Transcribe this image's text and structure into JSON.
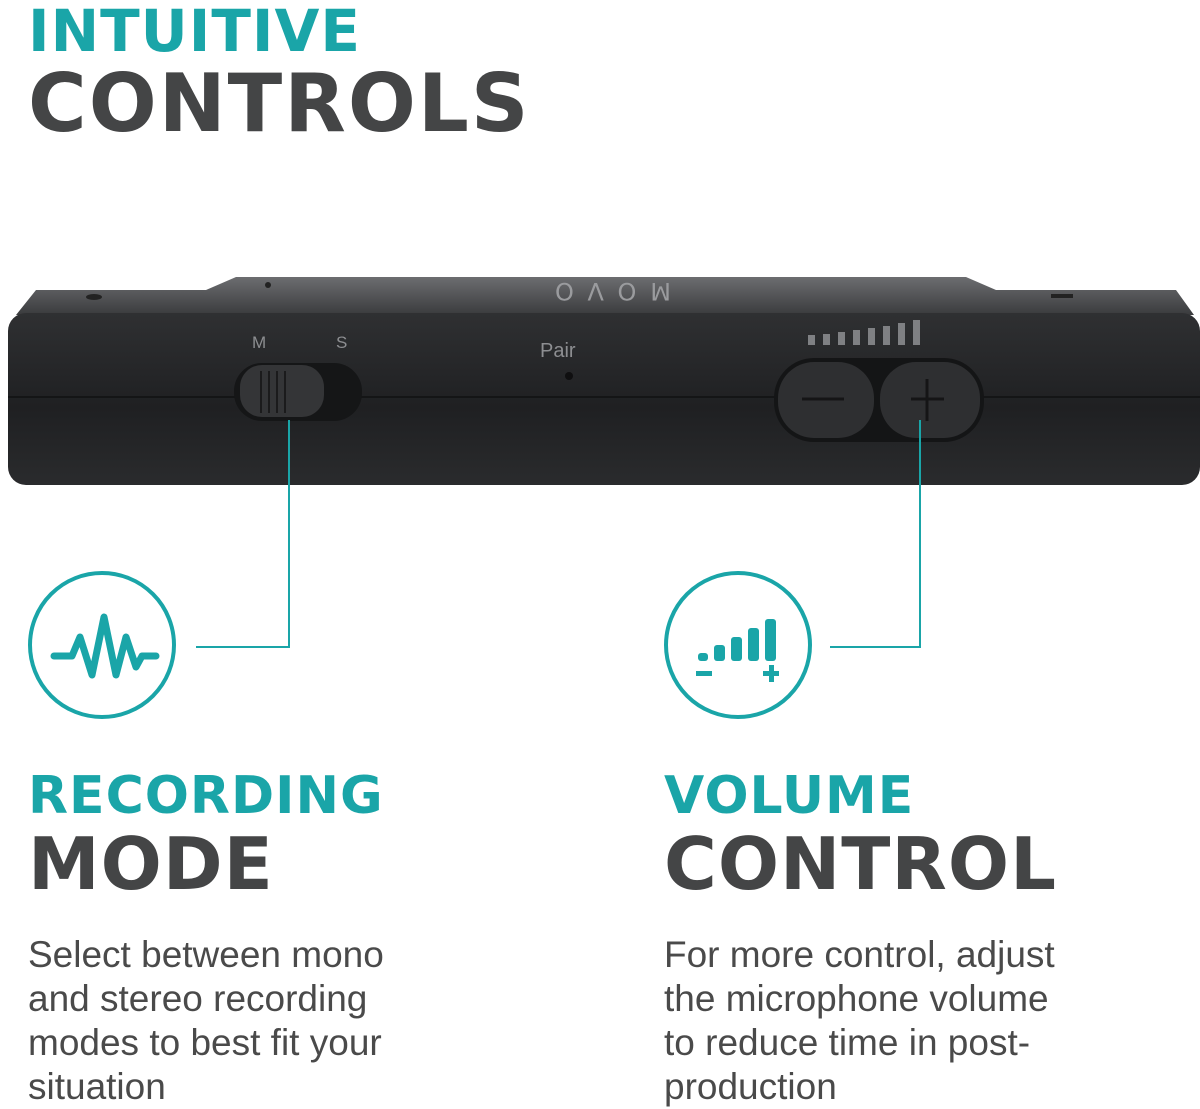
{
  "header": {
    "accent": "INTUITIVE",
    "main": "CONTROLS"
  },
  "device": {
    "brand": "MOVO",
    "switch_labels": {
      "mono": "M",
      "stereo": "S"
    },
    "pair_label": "Pair",
    "volume_minus": "−",
    "volume_plus": "+",
    "level_bars": 8
  },
  "sections": [
    {
      "accent": "RECORDING",
      "main": "MODE",
      "body": "Select between mono and stereo recording modes to best fit your situation",
      "icon": "waveform-icon"
    },
    {
      "accent": "VOLUME",
      "main": "CONTROL",
      "body": "For more control, adjust the microphone volume to reduce time in post-production",
      "icon": "volume-bars-icon"
    }
  ],
  "colors": {
    "accent": "#1aa5a8",
    "heading": "#444546",
    "body": "#4a4a4a",
    "device": "#2b2c2e"
  }
}
